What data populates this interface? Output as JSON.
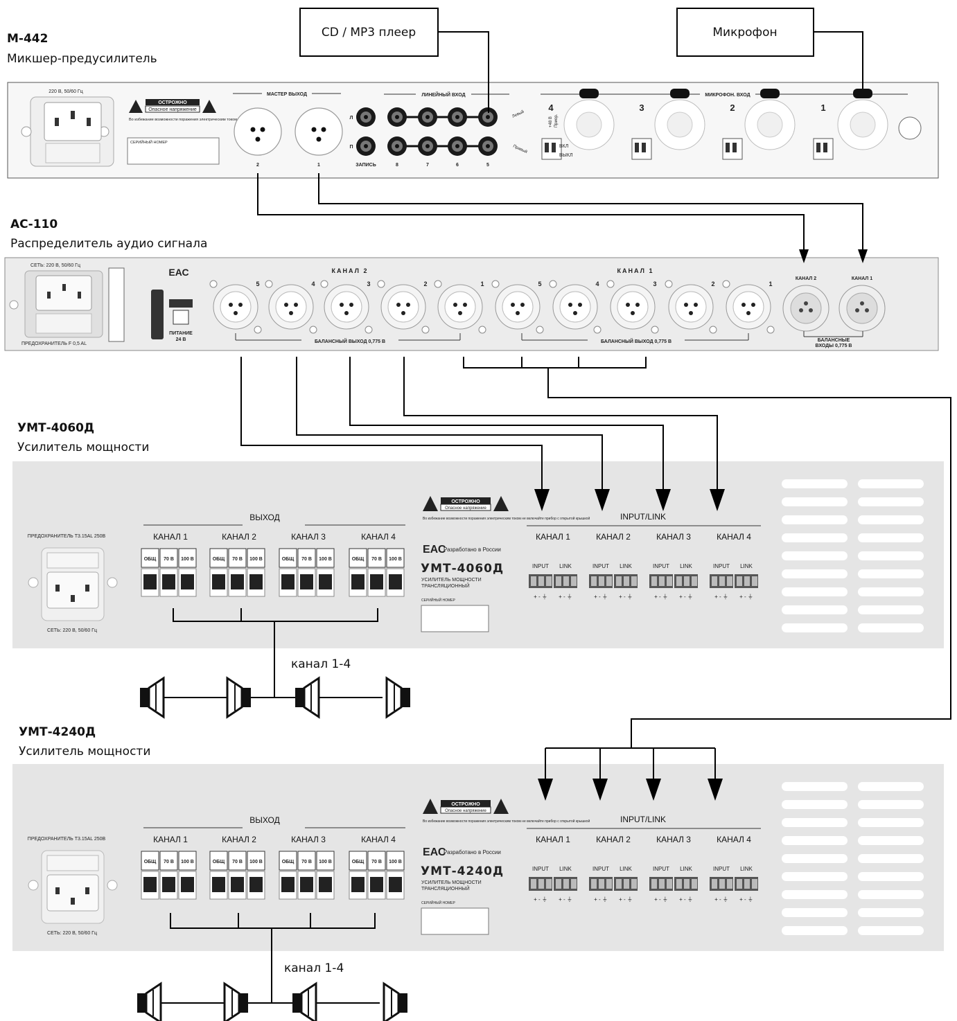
{
  "sources": {
    "cd_player": "CD / MP3 плеер",
    "microphone": "Микрофон"
  },
  "m442": {
    "model": "М-442",
    "description": "Микшер-предусилитель",
    "power_label": "220 В,  50/60 Гц",
    "caution": "ОСТРОЖНО",
    "danger": "Опасное напряжение",
    "warning": "Во избежание возможности поражения электрическим током не открывайте прибор",
    "serial": "СЕРИЙНЫЙ НОМЕР",
    "master_out": "МАСТЕР ВЫХОД",
    "master_numbers": [
      "2",
      "1"
    ],
    "line_in": "ЛИНЕЙНЫЙ ВХОД",
    "line_numbers": [
      "ЗАПИСЬ",
      "8",
      "7",
      "6",
      "5"
    ],
    "rca_l": "Л",
    "rca_r": "П",
    "left": "Левый",
    "right": "Правый",
    "mic_in": "МИКРОФОН. ВХОД",
    "mic_numbers": [
      "4",
      "3",
      "2",
      "1"
    ],
    "phantom": "+48 В",
    "priority": "Приор.",
    "on": "ВКЛ",
    "off": "ВЫКЛ"
  },
  "ac110": {
    "model": "АС-110",
    "description": "Распределитель аудио сигнала",
    "power_label": "СЕТЬ: 220 В,  50/60 Гц",
    "fuse": "ПРЕДОХРАНИТЕЛЬ F 0,5 AL",
    "supply": "ПИТАНИЕ",
    "supply_v": "24 В",
    "eac": "ЕАС",
    "channel2": "КАНАЛ 2",
    "channel1": "КАНАЛ 1",
    "out_numbers": [
      "5",
      "4",
      "3",
      "2",
      "1",
      "5",
      "4",
      "3",
      "2",
      "1"
    ],
    "balanced_out": "БАЛАНСНЫЙ ВЫХОД 0,775 В",
    "in_ch2": "КАНАЛ 2",
    "in_ch1": "КАНАЛ 1",
    "balanced_in_1": "БАЛАНСНЫЕ",
    "balanced_in_2": "ВХОДЫ 0,775 В"
  },
  "amp1": {
    "model": "УМТ-4060Д",
    "description": "Усилитель мощности",
    "badge": "УМТ-4060Д",
    "speaker_label": "канал 1-4"
  },
  "amp2": {
    "model": "УМТ-4240Д",
    "description": "Усилитель мощности",
    "badge": "УМТ-4240Д",
    "speaker_label": "канал 1-4"
  },
  "amp_common": {
    "fuse": "ПРЕДОХРАНИТЕЛЬ Т3.15AL 250В",
    "power": "СЕТЬ: 220 В, 50/60 Гц",
    "output": "ВЫХОД",
    "channels": [
      "КАНАЛ 1",
      "КАНАЛ 2",
      "КАНАЛ 3",
      "КАНАЛ 4"
    ],
    "terminals": [
      "ОБЩ",
      "70 В",
      "100 В"
    ],
    "caution": "ОСТРОЖНО",
    "danger": "Опасное напряжение",
    "warning": "Во избежание возможности поражения электрическим током не включайте прибор с открытой крышкой",
    "eac": "ЕАС",
    "made_in": "Разработано в  России",
    "type_line1": "УСИЛИТЕЛЬ МОЩНОСТИ",
    "type_line2": "ТРАНСЛЯЦИОННЫЙ",
    "serial": "СЕРИЙНЫЙ НОМЕР",
    "input_link": "INPUT/LINK",
    "input": "INPUT",
    "link": "LINK",
    "polarity": "+ - ⏚"
  }
}
